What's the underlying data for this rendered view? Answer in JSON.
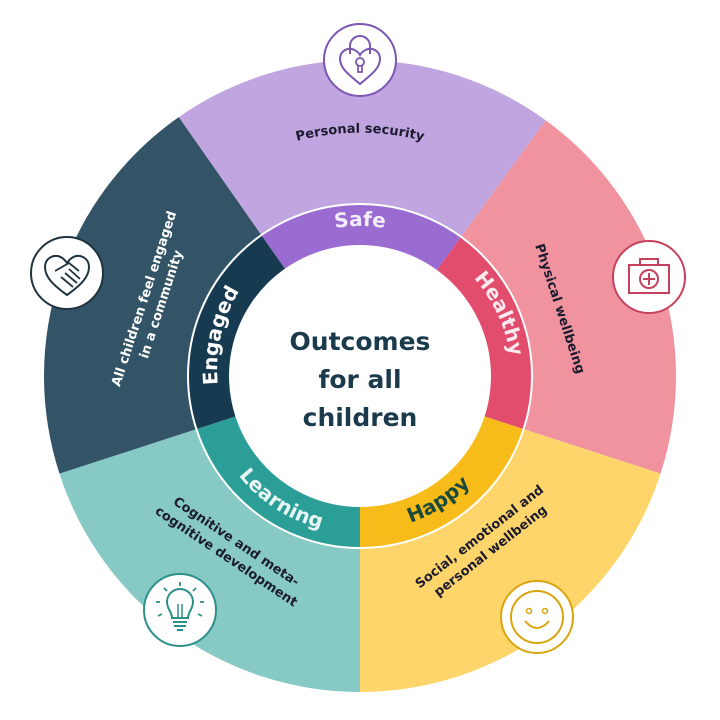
{
  "center": {
    "title_lines": [
      "Outcomes",
      "for all",
      "children"
    ]
  },
  "outcomes": [
    {
      "id": "safe",
      "label": "Safe",
      "description_lines": [
        "Personal security"
      ],
      "icon": "heart-padlock-icon",
      "ring_color": "#9a6bd1",
      "outer_color": "#c0a5e0",
      "icon_color": "#7b57b2",
      "label_color": "#f3ecfb",
      "text_color": "#1c1b2e"
    },
    {
      "id": "healthy",
      "label": "Healthy",
      "description_lines": [
        "Physical wellbeing"
      ],
      "icon": "first-aid-kit-icon",
      "ring_color": "#e24d6e",
      "outer_color": "#f0939f",
      "icon_color": "#c6415e",
      "label_color": "#fde9ee",
      "text_color": "#1c1b2e"
    },
    {
      "id": "happy",
      "label": "Happy",
      "description_lines": [
        "Social, emotional and",
        "personal wellbeing"
      ],
      "icon": "smiley-face-icon",
      "ring_color": "#f7bb1a",
      "outer_color": "#fdd56b",
      "icon_color": "#d9a50f",
      "label_color": "#1b4a3a",
      "text_color": "#1c1b2e"
    },
    {
      "id": "learning",
      "label": "Learning",
      "description_lines": [
        "Cognitive and meta-",
        "cognitive development"
      ],
      "icon": "lightbulb-icon",
      "ring_color": "#2c9e98",
      "outer_color": "#86c9c5",
      "icon_color": "#2c8f8a",
      "label_color": "#e8f7f6",
      "text_color": "#1c1b2e"
    },
    {
      "id": "engaged",
      "label": "Engaged",
      "description_lines": [
        "All children feel engaged",
        "in a community"
      ],
      "icon": "heart-handshake-icon",
      "ring_color": "#163a4f",
      "outer_color": "#335466",
      "icon_color": "#1f3340",
      "label_color": "#ffffff",
      "text_color": "#ffffff"
    }
  ]
}
